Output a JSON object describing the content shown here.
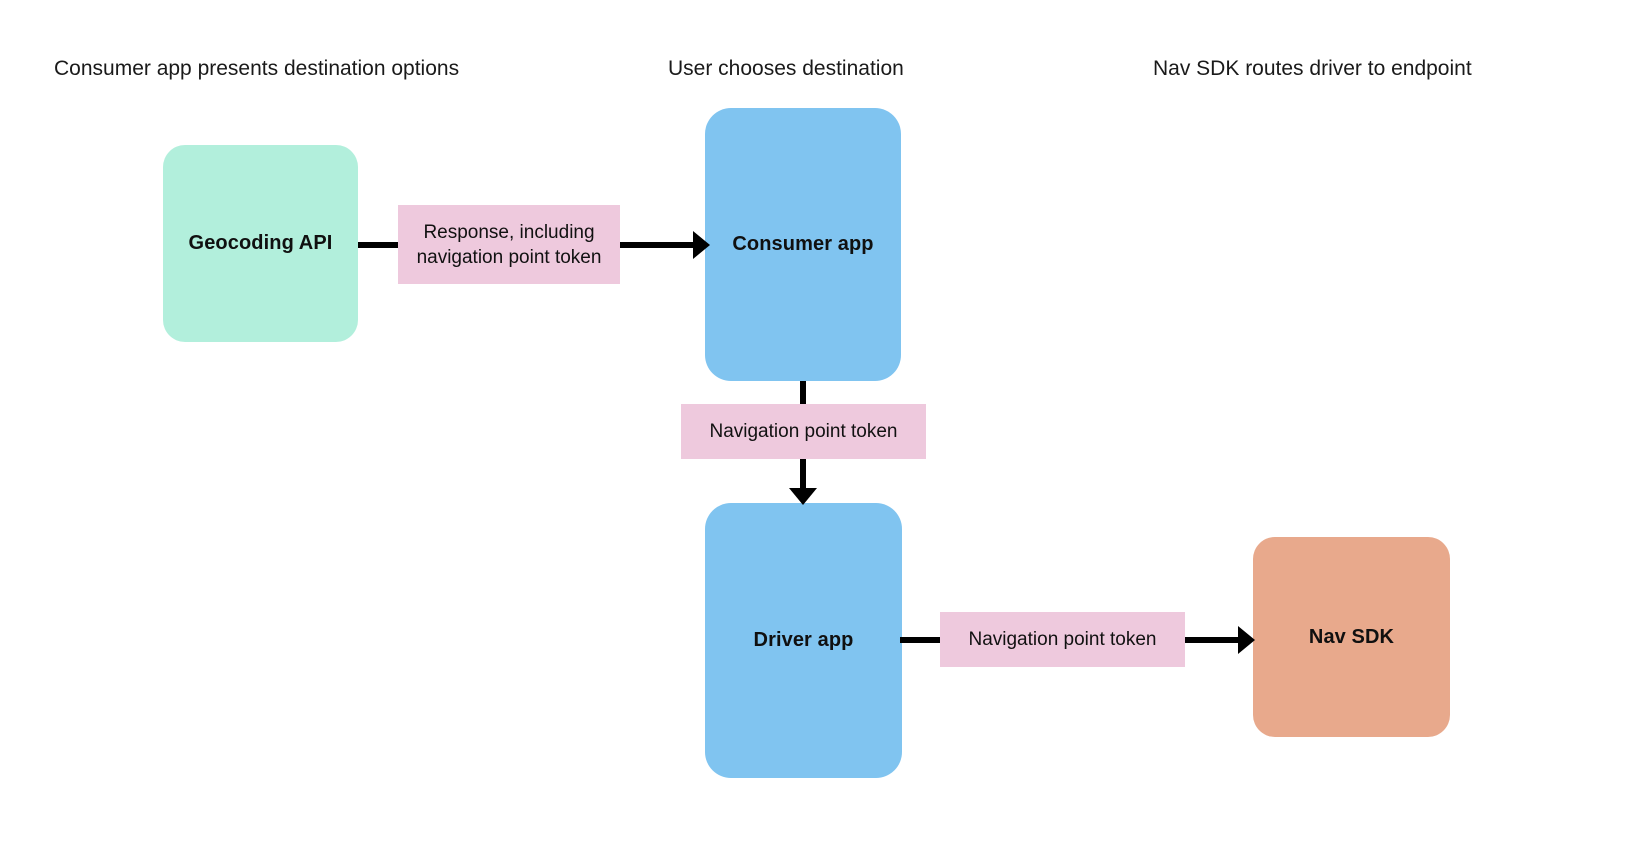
{
  "diagram": {
    "type": "flowchart",
    "title": "",
    "background_color": "#ffffff",
    "columns": [
      {
        "id": "col-1",
        "label": "Consumer app presents destination options"
      },
      {
        "id": "col-2",
        "label": "User chooses destination"
      },
      {
        "id": "col-3",
        "label": "Nav SDK routes driver to endpoint"
      }
    ],
    "nodes": [
      {
        "id": "geocoding-api",
        "label": "Geocoding API",
        "color": "#b2efdc",
        "shape": "rounded-rect"
      },
      {
        "id": "consumer-app",
        "label": "Consumer app",
        "color": "#80c4f0",
        "shape": "rounded-rect"
      },
      {
        "id": "driver-app",
        "label": "Driver app",
        "color": "#80c4f0",
        "shape": "rounded-rect"
      },
      {
        "id": "nav-sdk",
        "label": "Nav SDK",
        "color": "#e8a98c",
        "shape": "rounded-rect"
      }
    ],
    "edges": [
      {
        "id": "edge-geocoding-to-consumer",
        "from": "geocoding-api",
        "to": "consumer-app",
        "label": "Response, including navigation point token",
        "label_color": "#eec9dd",
        "direction": "right"
      },
      {
        "id": "edge-consumer-to-driver",
        "from": "consumer-app",
        "to": "driver-app",
        "label": "Navigation point token",
        "label_color": "#eec9dd",
        "direction": "down"
      },
      {
        "id": "edge-driver-to-navsdk",
        "from": "driver-app",
        "to": "nav-sdk",
        "label": "Navigation point token",
        "label_color": "#eec9dd",
        "direction": "right"
      }
    ]
  }
}
